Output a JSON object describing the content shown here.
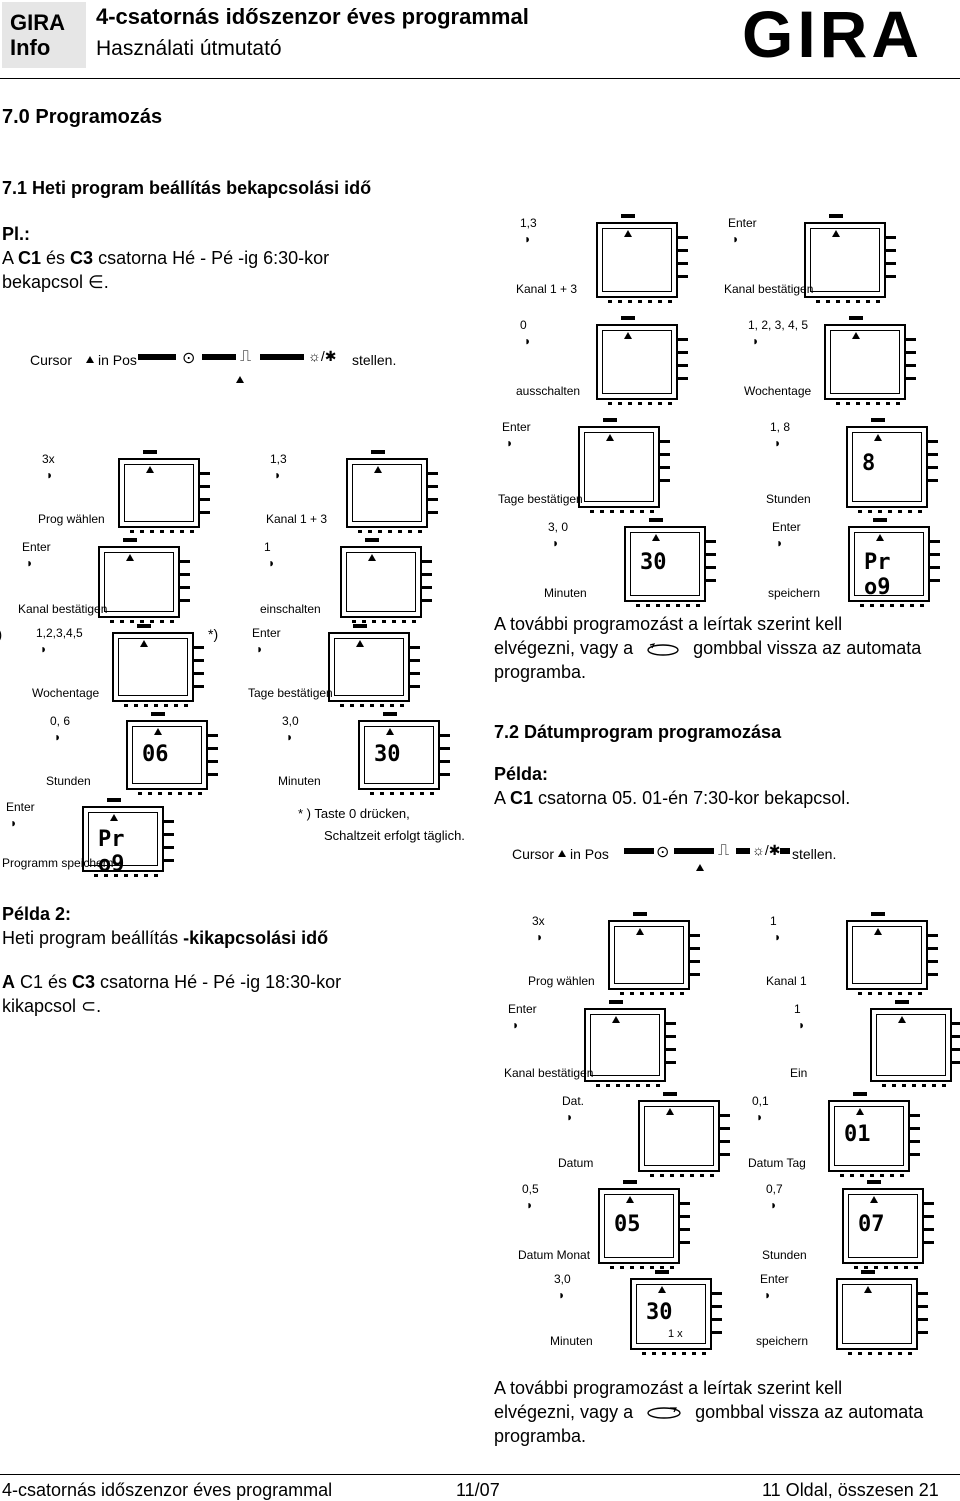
{
  "header": {
    "logo_line1": "GIRA",
    "logo_line2": "Info",
    "title": "4-csatornás időszenzor éves programmal",
    "subtitle": "Használati útmutató",
    "brand": "GIRA"
  },
  "section": {
    "heading": "7.0 Programozás",
    "sub_heading": "7.1   Heti program beállítás bekapcsolási idő",
    "example_label": "Pl.:",
    "example_line1_pre": "A ",
    "example_line1_c1": "C1",
    "example_line1_mid": " és ",
    "example_line1_c3": "C3",
    "example_line1_post": " csatorna Hé - Pé -ig 6:30-kor",
    "example_line2": "bekapcsol ∈."
  },
  "cursor_line": {
    "text_cursor": "Cursor",
    "text_in_pos": "in  Pos",
    "text_stellen": "stellen."
  },
  "right_diagrams_top": [
    {
      "code": "1,3",
      "caption": "Kanal 1 + 3"
    },
    {
      "code": "Enter",
      "caption": "Kanal bestätigen"
    },
    {
      "code": "0",
      "caption": "ausschalten"
    },
    {
      "code": "1, 2, 3, 4, 5",
      "caption": "Wochentage"
    },
    {
      "code": "Enter",
      "caption": "Tage bestätigen"
    },
    {
      "code": "1, 8",
      "caption": "Stunden",
      "display": "8"
    },
    {
      "code": "3, 0",
      "caption": "Minuten",
      "display": "30"
    },
    {
      "code": "Enter",
      "caption": "speichern",
      "display": "Pr o9"
    }
  ],
  "left_diagrams": [
    {
      "code": "3x",
      "caption": "Prog  wählen"
    },
    {
      "code": "1,3",
      "caption": "Kanal 1 + 3"
    },
    {
      "code": "Enter",
      "caption": "Kanal bestätigen"
    },
    {
      "code": "1",
      "caption": "einschalten"
    },
    {
      "code": "1,2,3,4,5",
      "caption": "Wochentage",
      "star": "*)"
    },
    {
      "code": "Enter",
      "caption": "Tage bestätigen",
      "star": "*)"
    },
    {
      "code": "0, 6",
      "caption": "Stunden",
      "display": "06"
    },
    {
      "code": "3,0",
      "caption": "Minuten",
      "display": "30"
    },
    {
      "code": "Enter",
      "caption": "Programm speichern",
      "display": "Pr o9"
    }
  ],
  "note_left": {
    "line1": "* )  Taste 0 drücken,",
    "line2": "Schaltzeit erfolgt täglich."
  },
  "continue_text_1": {
    "line1": "A további programozást a leírtak szerint kell",
    "line2_pre": "elvégezni, vagy a",
    "line2_post": "gombbal vissza az automata",
    "line3": "programba."
  },
  "section_72": {
    "heading": "7.2   Dátumprogram programozása",
    "example_label": "Példa:",
    "example_pre": "A ",
    "example_c1": "C1",
    "example_post": " csatorna 05. 01-én 7:30-kor bekapcsol."
  },
  "example2": {
    "label": "Példa 2:",
    "line1_pre": "Heti program beállítás ",
    "line1_bold": "-kikapcsolási idő",
    "line2_a": "A",
    "line2_mid": " C1 és ",
    "line2_c3": "C3",
    "line2_post": " csatorna Hé - Pé -ig 18:30-kor",
    "line3": "kikapcsol ⊂."
  },
  "right_diagrams_bottom": [
    {
      "code": "3x",
      "caption": "Prog wählen"
    },
    {
      "code": "1",
      "caption": "Kanal 1"
    },
    {
      "code": "Enter",
      "caption": "Kanal bestätigen"
    },
    {
      "code": "1",
      "caption": "Ein"
    },
    {
      "code": "Dat.",
      "caption": "Datum"
    },
    {
      "code": "0,1",
      "caption": "Datum Tag",
      "display": "01"
    },
    {
      "code": "0,5",
      "caption": "Datum Monat",
      "display": "05"
    },
    {
      "code": "0,7",
      "caption": "Stunden",
      "display": "07"
    },
    {
      "code": "3,0",
      "caption": "Minuten",
      "display": "30",
      "sub": "1 x"
    },
    {
      "code": "Enter",
      "caption": "speichern"
    }
  ],
  "continue_text_2": {
    "line1": "A további programozást a leírtak szerint kell",
    "line2_pre": "elvégezni, vagy a",
    "line2_post": "gombbal vissza az automata",
    "line3": "programba."
  },
  "footer": {
    "left": "4-csatornás időszenzor éves programmal",
    "center": "11/07",
    "right": "11 Oldal, összesen 21"
  }
}
